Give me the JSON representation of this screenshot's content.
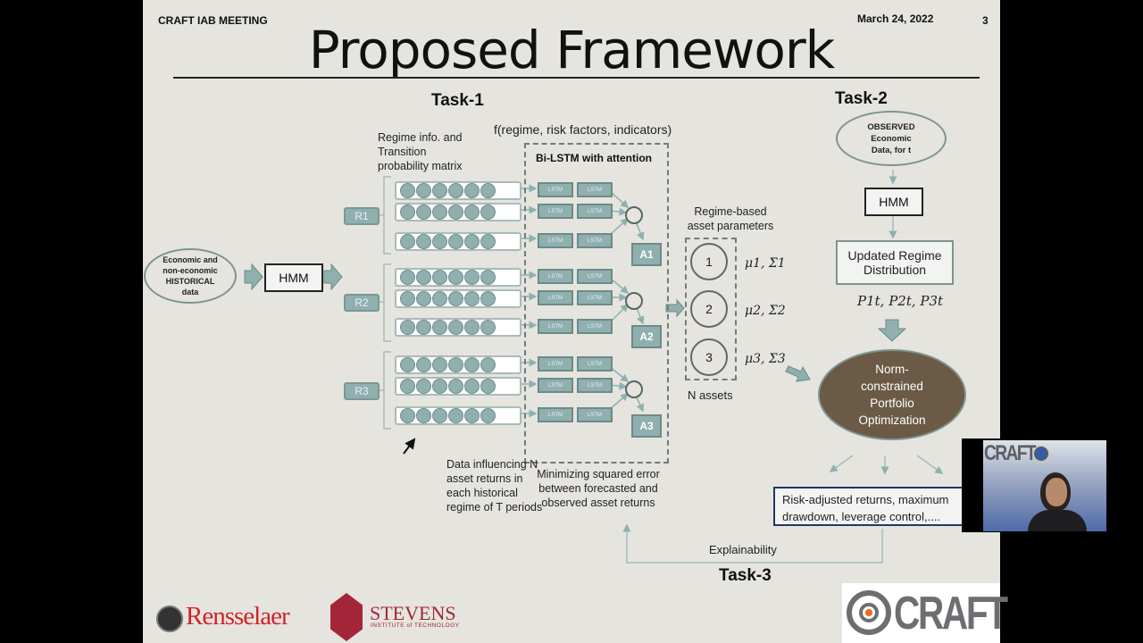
{
  "header": {
    "meeting": "CRAFT IAB MEETING",
    "date": "March 24, 2022",
    "page_number": "3",
    "title": "Proposed Framework"
  },
  "task1": {
    "label": "Task-1",
    "function_label": "f(regime, risk factors, indicators)",
    "regime_info_label": "Regime info. and Transition probability matrix",
    "historical_data": "Economic and non-economic HISTORICAL data",
    "hmm": "HMM",
    "regimes": [
      "R1",
      "R2",
      "R3"
    ],
    "bilstm_title": "Bi-LSTM with attention",
    "lstm_cell": "LSTM",
    "attention_outputs": [
      "A1",
      "A2",
      "A3"
    ],
    "data_note": "Data influencing N asset returns in each historical regime of T periods",
    "min_error_note": "Minimizing squared error between forecasted and observed asset returns",
    "regime_params_label": "Regime-based asset parameters",
    "param_nodes": [
      "1",
      "2",
      "3"
    ],
    "param_labels": [
      "μ1, Σ1",
      "μ2, Σ2",
      "μ3, Σ3"
    ],
    "n_assets": "N assets"
  },
  "task2": {
    "label": "Task-2",
    "observed_data": "OBSERVED Economic Data, for t",
    "hmm": "HMM",
    "updated_regime": "Updated Regime Distribution",
    "probabilities": "P1t, P2t, P3t",
    "optimization": "Norm-constrained Portfolio Optimization",
    "outcomes": "Risk-adjusted returns, maximum drawdown, leverage control,...."
  },
  "task3": {
    "label": "Task-3",
    "explainability": "Explainability"
  },
  "logos": {
    "rensselaer": "Rensselaer",
    "stevens": "STEVENS",
    "stevens_sub": "INSTITUTE of TECHNOLOGY",
    "craft": "CRAFT"
  },
  "video": {
    "overlay_logo": "CRAFT"
  },
  "colors": {
    "slide_bg": "#e5e4de",
    "teal": "#8fb0ae",
    "optim_brown": "#6b5a45",
    "rensselaer_red": "#d2232a",
    "stevens_red": "#a32638"
  }
}
